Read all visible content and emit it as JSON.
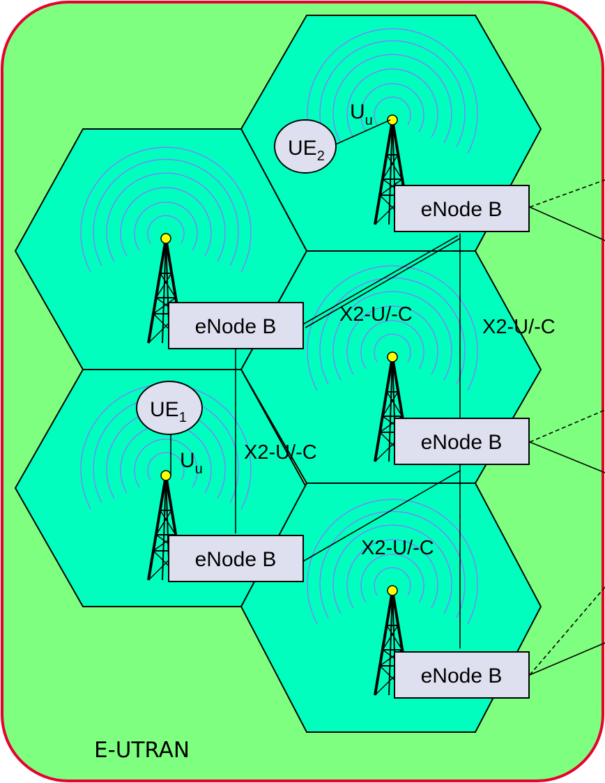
{
  "region": {
    "label": "E-UTRAN"
  },
  "enodebs": [
    {
      "label": "eNode B"
    },
    {
      "label": "eNode B"
    },
    {
      "label": "eNode B"
    },
    {
      "label": "eNode B"
    },
    {
      "label": "eNode B"
    }
  ],
  "ues": [
    {
      "base": "UE",
      "sub": "2"
    },
    {
      "base": "UE",
      "sub": "1"
    }
  ],
  "uu_labels": [
    {
      "base": "U",
      "sub": "u"
    },
    {
      "base": "U",
      "sub": "u"
    }
  ],
  "x2_labels": [
    "X2-U/-C",
    "X2-U/-C",
    "X2-U/-C",
    "X2-U/-C"
  ],
  "colors": {
    "background": "#7fff80",
    "border": "#e8002f",
    "cell": "#00ffbf",
    "wave": "#7f7fff",
    "box": "#dfe0ef",
    "antenna_tip": "#ffff00"
  },
  "icons": [
    "antenna-tower-icon"
  ]
}
